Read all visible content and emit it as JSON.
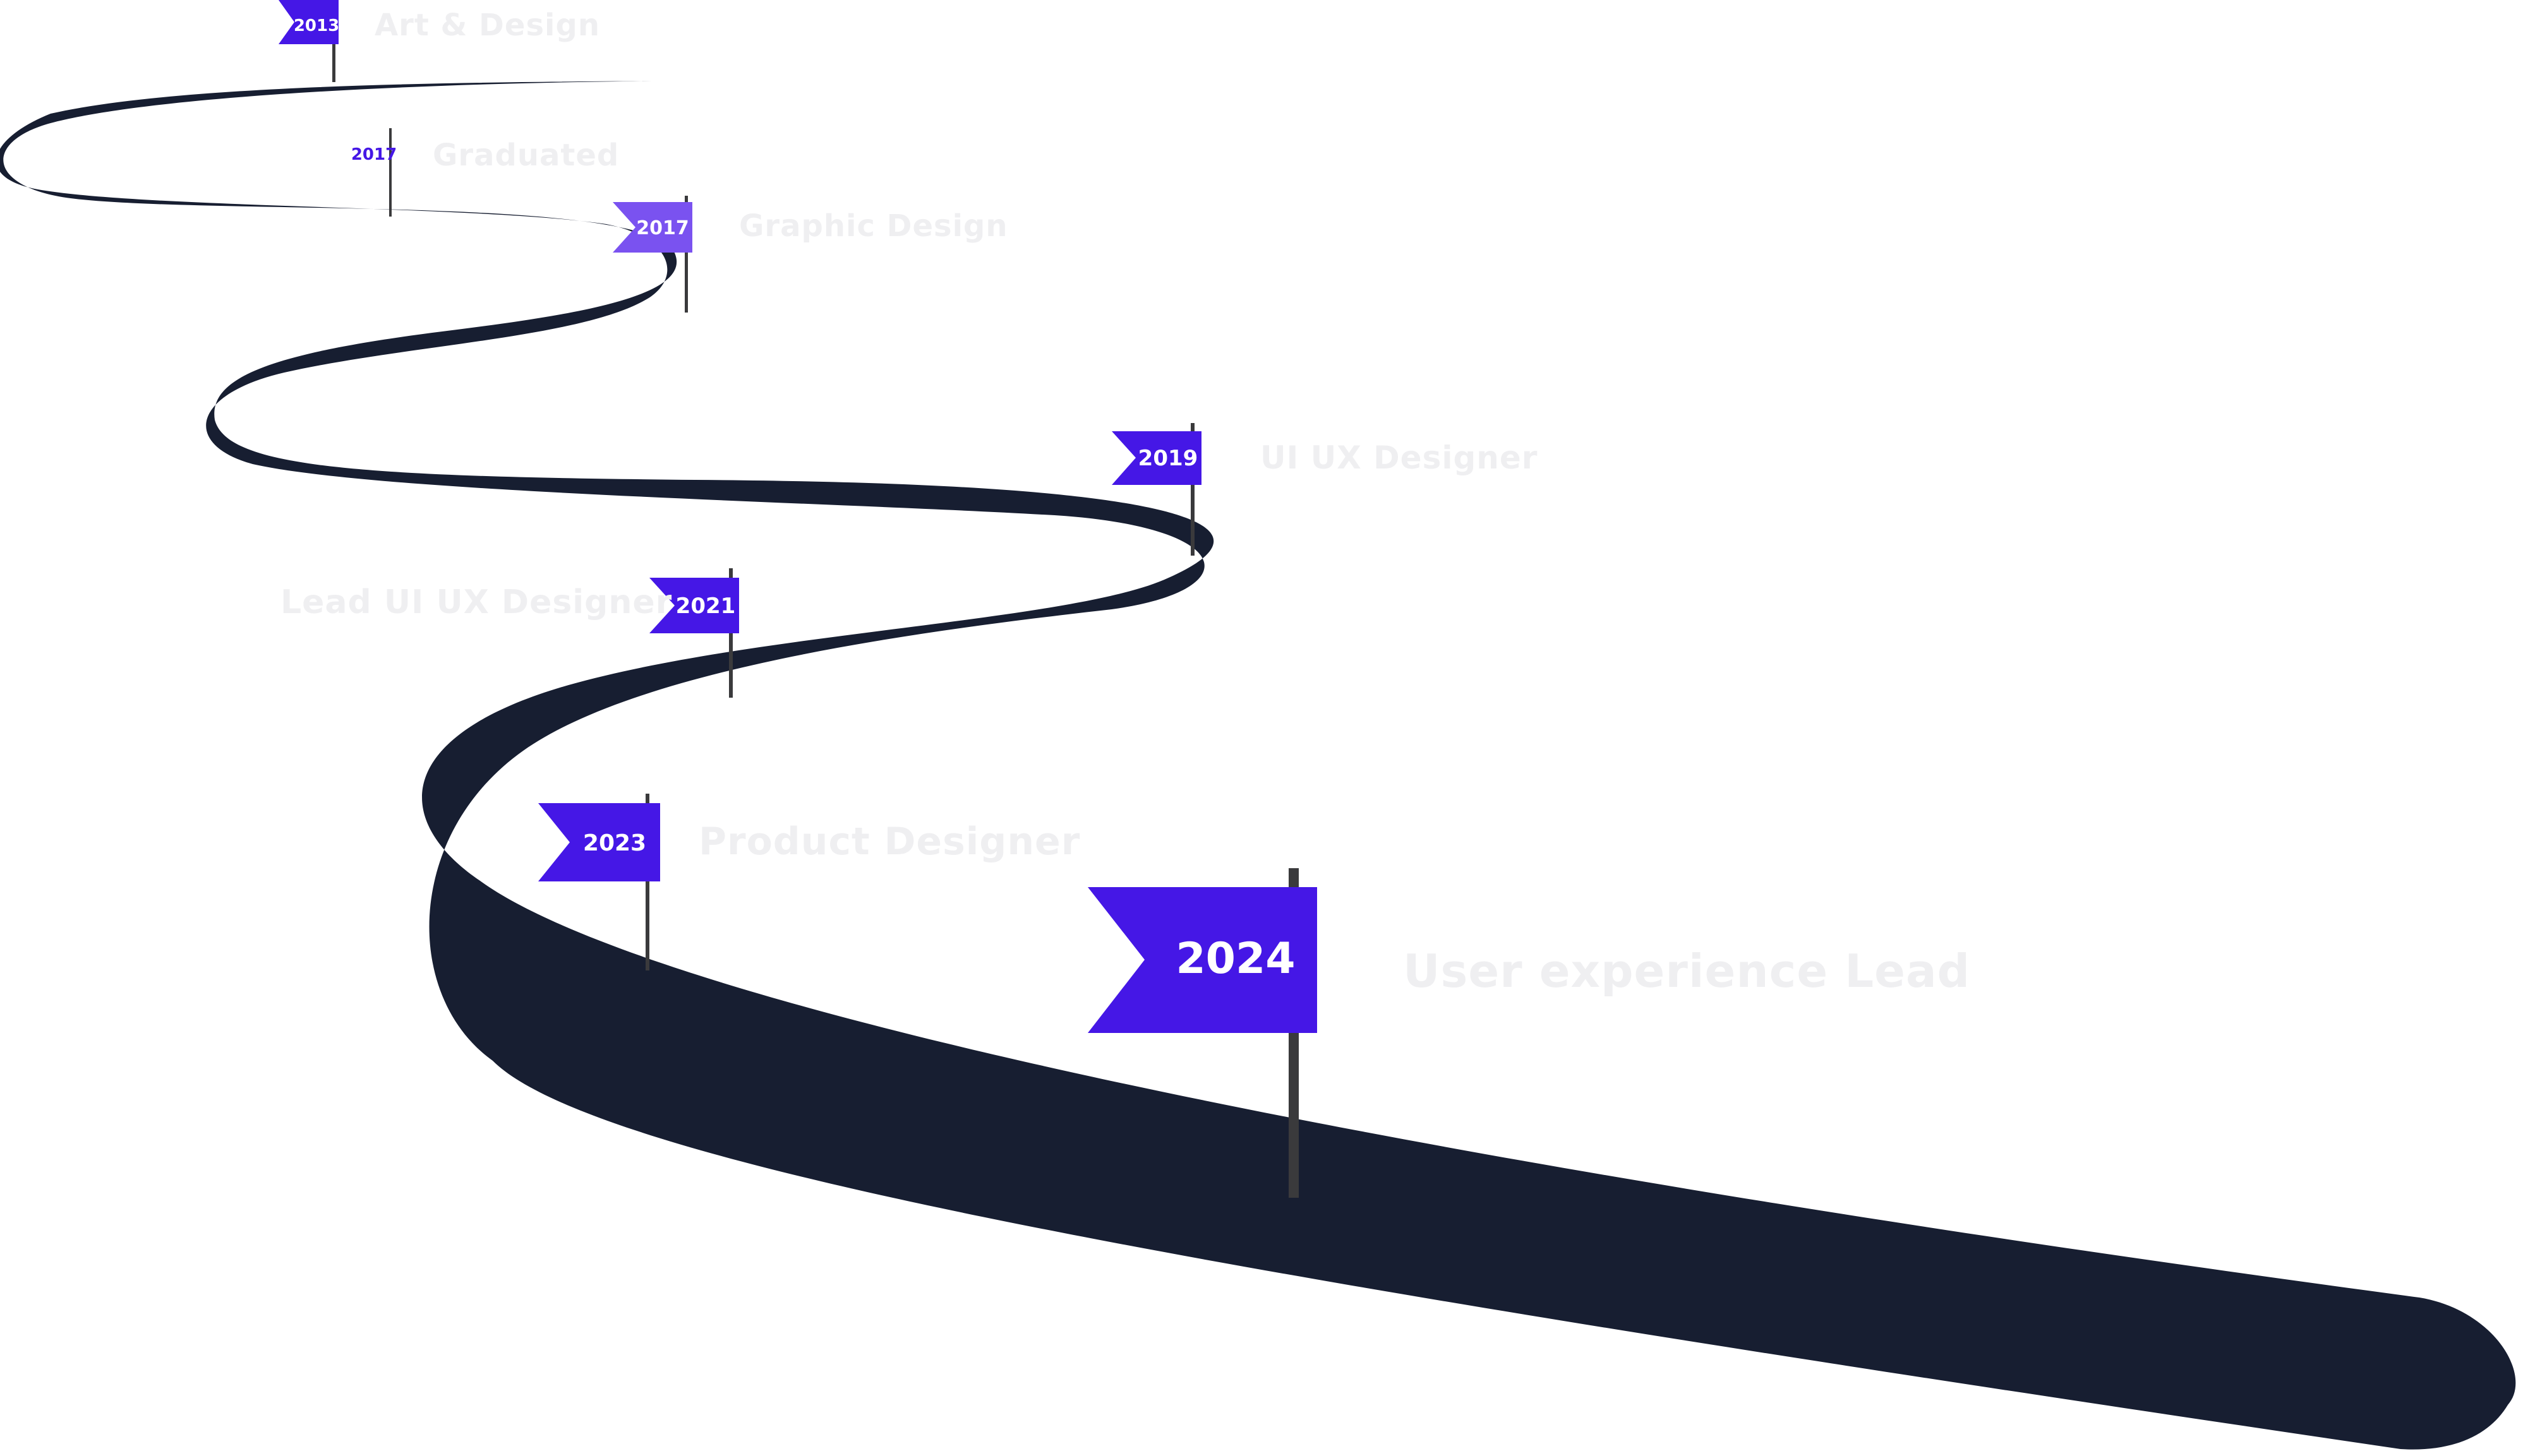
{
  "colors": {
    "road": "#171e31",
    "flag": "#4517e6",
    "flag_light": "#7a52f0",
    "pole": "#3a3a3c",
    "label": "#efeff1"
  },
  "milestones": [
    {
      "year": "2013",
      "label": "Art & Design"
    },
    {
      "year": "2017",
      "label": "Graduated"
    },
    {
      "year": "2017",
      "label": "Graphic Design"
    },
    {
      "year": "2019",
      "label": "UI UX Designer"
    },
    {
      "year": "2021",
      "label": "Lead UI UX Designer"
    },
    {
      "year": "2023",
      "label": "Product Designer"
    },
    {
      "year": "2024",
      "label": "User experience Lead"
    }
  ]
}
